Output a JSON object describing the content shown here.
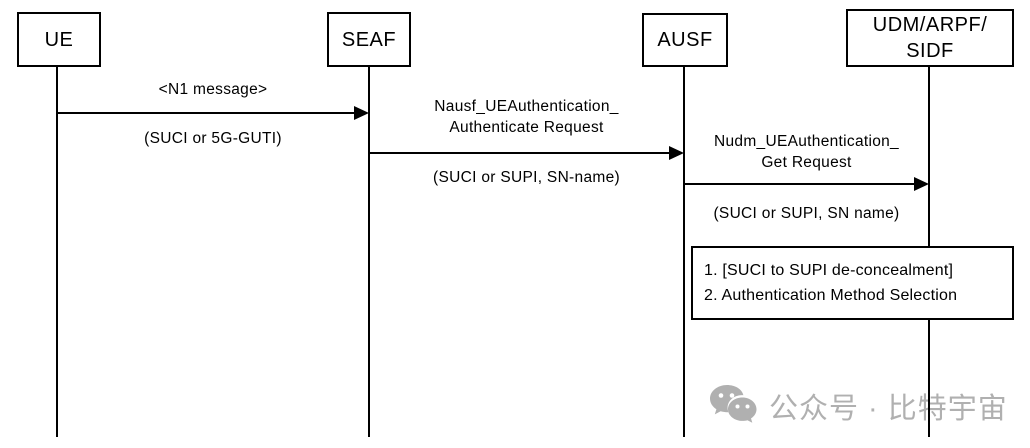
{
  "colors": {
    "line": "#000000",
    "background": "#ffffff",
    "watermark_gray": "#b0b0b0"
  },
  "actors": [
    {
      "label": "UE"
    },
    {
      "label": "SEAF"
    },
    {
      "label": "AUSF"
    },
    {
      "label_line1": "UDM/ARPF/",
      "label_line2": "SIDF"
    }
  ],
  "messages": [
    {
      "from": "UE",
      "to": "SEAF",
      "title": "<N1 message>",
      "params": "(SUCI or 5G-GUTI)"
    },
    {
      "from": "SEAF",
      "to": "AUSF",
      "title_line1": "Nausf_UEAuthentication_",
      "title_line2": "Authenticate Request",
      "params": "(SUCI or SUPI, SN-name)"
    },
    {
      "from": "AUSF",
      "to": "UDM/ARPF/SIDF",
      "title_line1": "Nudm_UEAuthentication_",
      "title_line2": "Get Request",
      "params": "(SUCI or SUPI, SN name)"
    }
  ],
  "note": {
    "line1": "1. [SUCI to SUPI de-concealment]",
    "line2": "2. Authentication Method Selection"
  },
  "watermark": {
    "icon": "wechat-icon",
    "text": "公众号 · 比特宇宙"
  }
}
